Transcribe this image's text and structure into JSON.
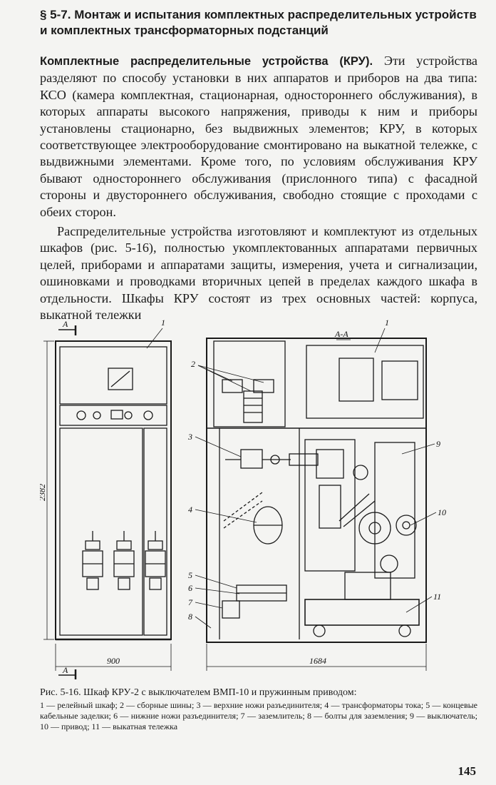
{
  "section_heading": "§ 5-7. Монтаж и испытания комплектных распределительных устройств и комплектных трансформаторных подстанций",
  "paragraph1": {
    "runin": "Комплектные распределительные устройства (КРУ).",
    "text": " Эти устройства разделяют по способу установки в них аппаратов и приборов на два типа: КСО (камера комплектная, стационарная, одностороннего обслуживания), в которых аппараты высокого напряжения, приводы к ним и приборы установлены стационарно, без выдвижных элементов; КРУ, в которых соответствующее электрооборудование смонтировано на выкатной тележке, с выдвижными элементами. Кроме того, по условиям обслуживания КРУ бывают одностороннего обслуживания (прислонного типа) с фасадной стороны и двустороннего обслуживания, свободно стоящие с проходами с обеих сторон."
  },
  "paragraph2": "Распределительные устройства изготовляют и комплектуют из отдельных шкафов (рис. 5-16), полностью укомплектованных аппаратами первичных целей, приборами и аппаратами защиты, измерения, учета и сигнализации, ошиновками и проводками вторичных цепей в пределах каждого шкафа в отдельности. Шкафы КРУ состоят из трех основных частей: корпуса, выкатной тележки",
  "figure": {
    "section_mark_left": "А",
    "section_mark_right": "А-А",
    "dim_height": "2382",
    "dim_width_front": "900",
    "dim_width_side": "1684",
    "callouts": [
      "1",
      "1",
      "2",
      "3",
      "4",
      "5",
      "6",
      "7",
      "8",
      "9",
      "10",
      "11"
    ]
  },
  "caption": {
    "title": "Рис. 5-16. Шкаф КРУ-2 с выключателем ВМП-10 и пружинным приводом:",
    "legend": "1 — релейный шкаф; 2 — сборные шины; 3 — верхние ножи разъединителя; 4 — трансформаторы тока; 5 — концевые кабельные заделки; 6 — нижние ножи разъединителя; 7 — заземлитель; 8 — болты для заземления; 9 — выключатель; 10 — привод; 11 — выкатная тележка"
  },
  "page_number": "145"
}
